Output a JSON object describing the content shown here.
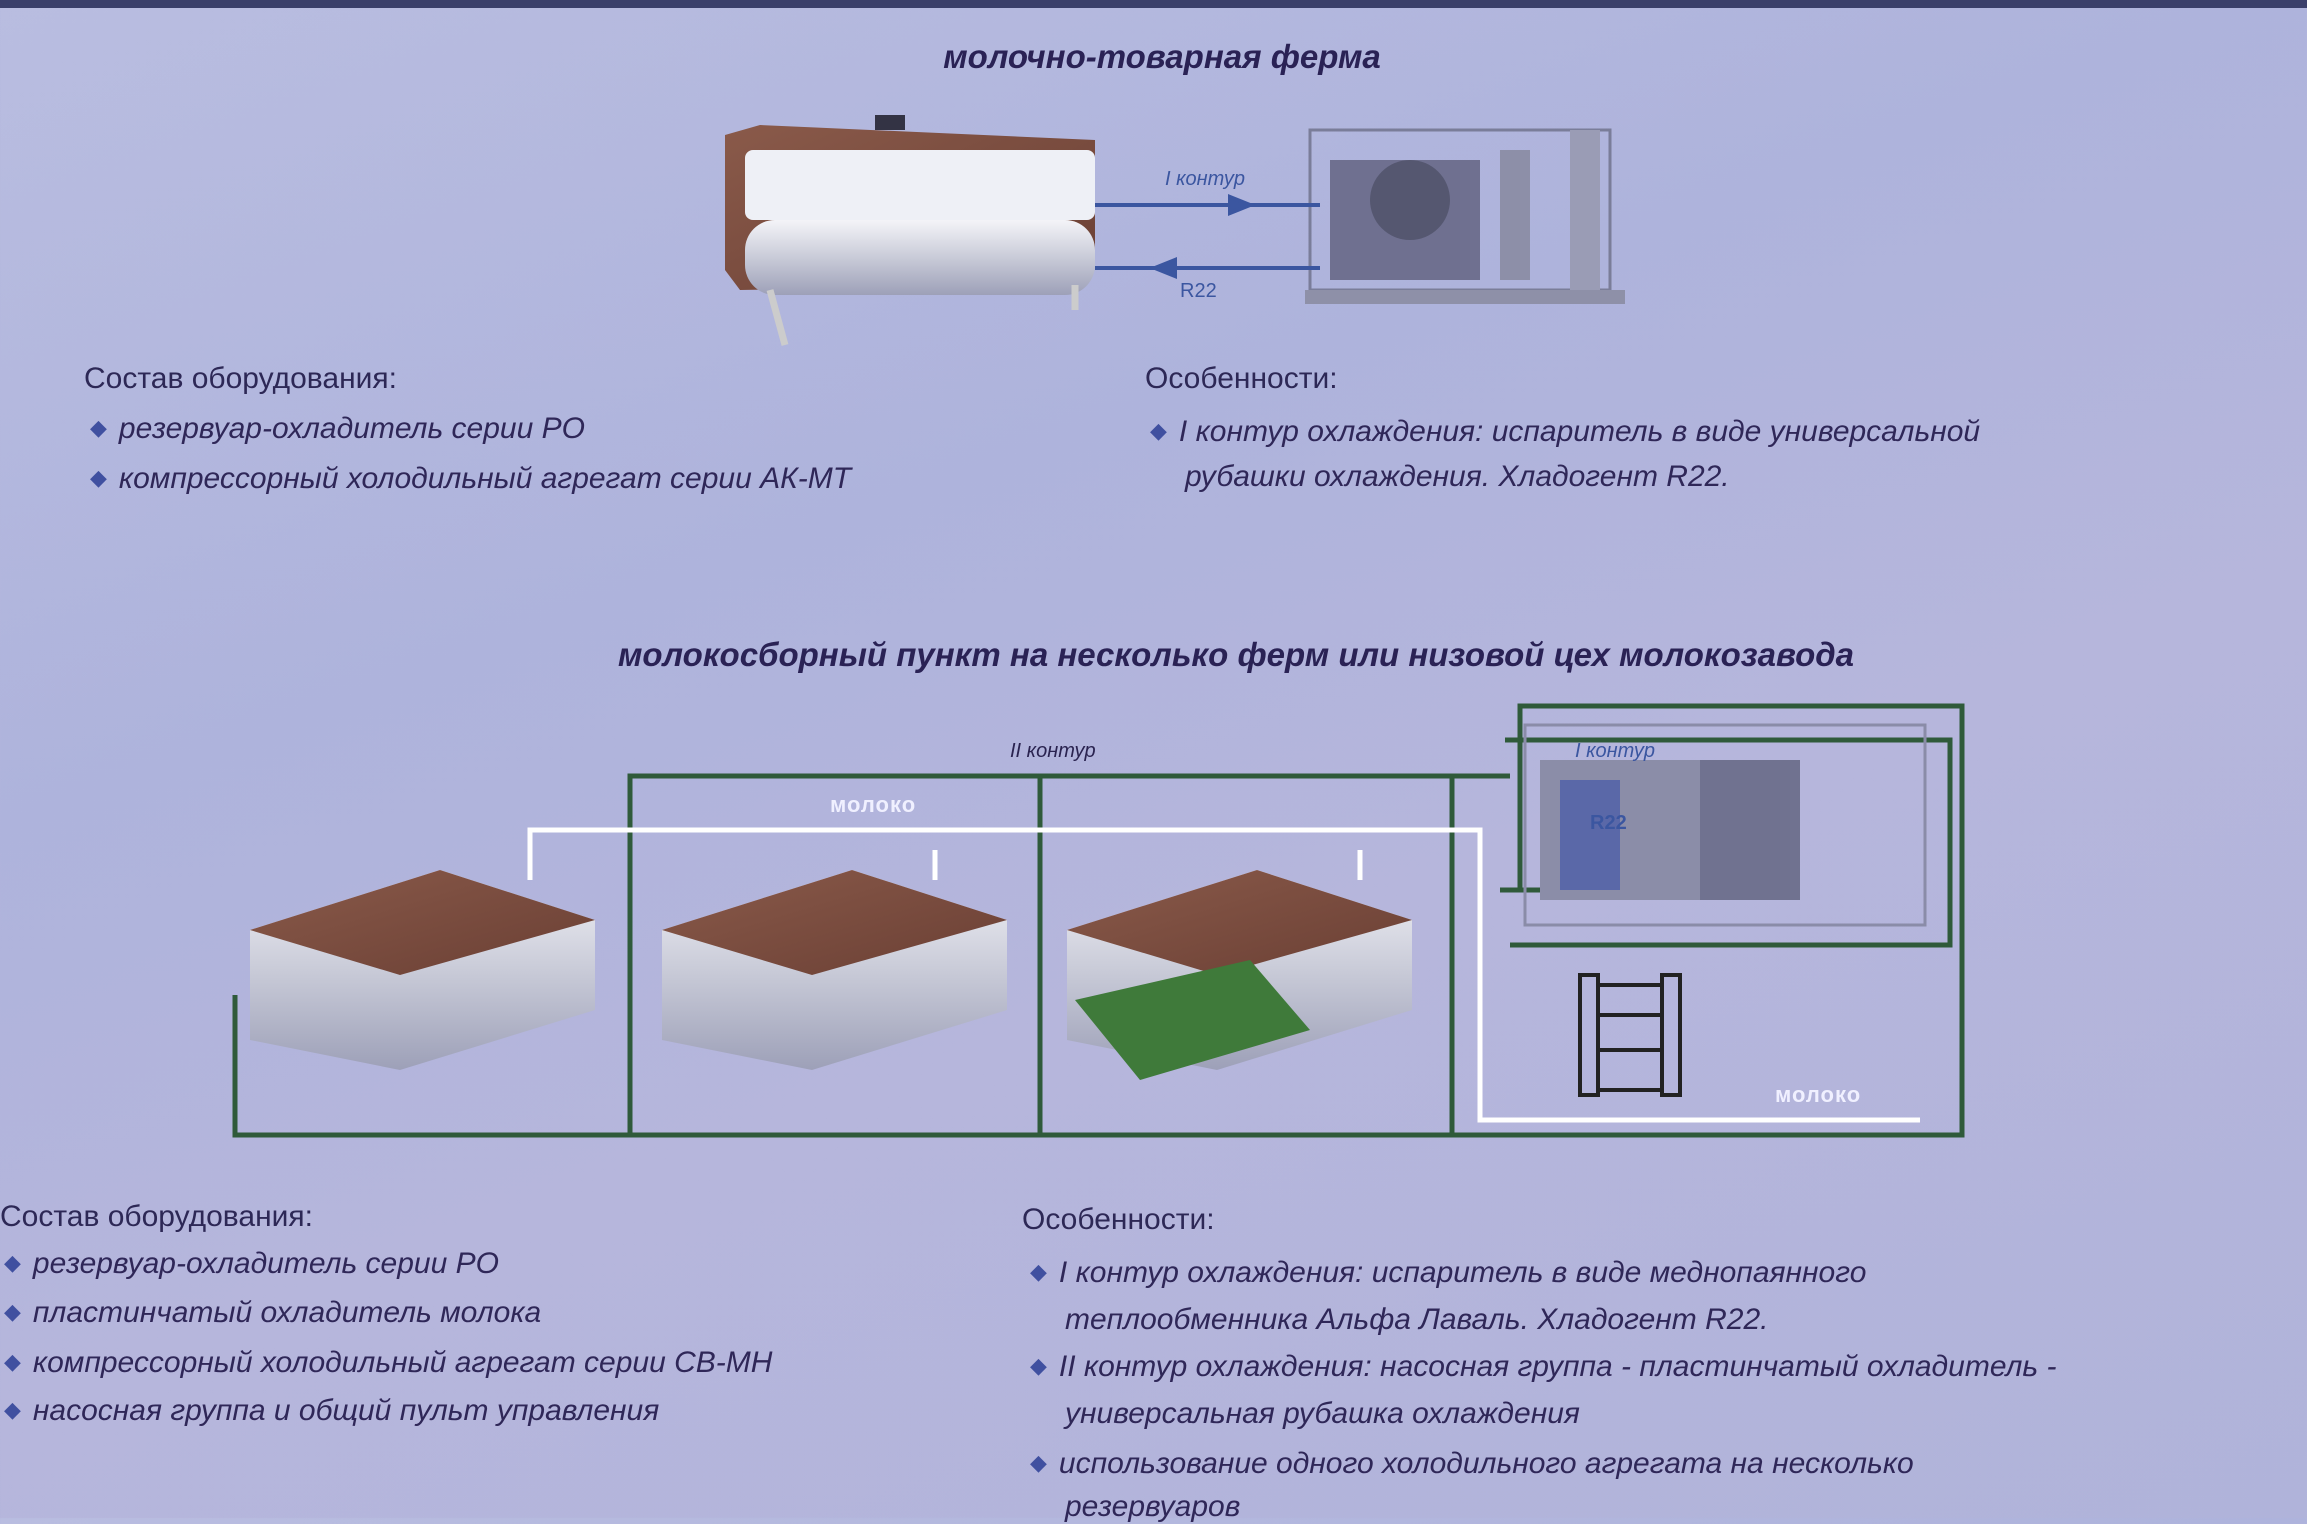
{
  "section1": {
    "title": "молочно-товарная ферма",
    "diagram_labels": {
      "loop1": "I контур",
      "refrigerant": "R22"
    },
    "equipment": {
      "heading": "Состав оборудования:",
      "items": [
        "резервуар-охладитель серии РО",
        "компрессорный холодильный агрегат серии АК-МТ"
      ]
    },
    "features": {
      "heading": "Особенности:",
      "items": [
        "I контур охлаждения: испаритель в виде универсальной",
        "рубашки охлаждения. Хладогент R22."
      ]
    }
  },
  "section2": {
    "title": "молокосборный пункт на несколько ферм или низовой цех молокозавода",
    "diagram_labels": {
      "loop2": "II контур",
      "milk_top": "молоко",
      "loop1": "I контур",
      "refrigerant": "R22",
      "milk_bottom": "молоко"
    },
    "equipment": {
      "heading": "Состав оборудования:",
      "items": [
        "резервуар-охладитель серии РО",
        "пластинчатый охладитель молока",
        "компрессорный холодильный агрегат серии СВ-МН",
        "насосная группа и общий пульт управления"
      ]
    },
    "features": {
      "heading": "Особенности:",
      "lines": [
        "I контур охлаждения: испаритель в виде меднопаянного",
        "теплообменника Альфа Лаваль. Хладогент R22.",
        "II контур охлаждения: насосная группа - пластинчатый охладитель -",
        "универсальная рубашка охлаждения",
        "использование одного холодильного агрегата на несколько",
        "резервуаров"
      ]
    }
  },
  "colors": {
    "background": "#b3b7dc",
    "loop_green": "#2f5a3a",
    "milk_line": "#ffffff",
    "text": "#2a2350"
  }
}
